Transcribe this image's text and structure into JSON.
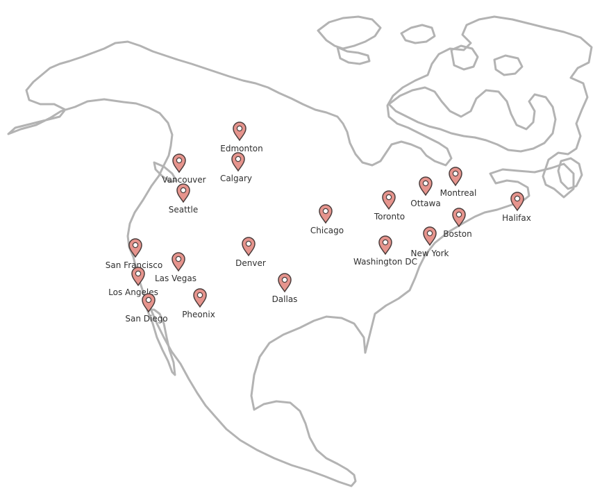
{
  "map": {
    "colors": {
      "coastline": "#b3b3b3",
      "pin_fill": "#e6948d",
      "pin_stroke": "#4a3c3b",
      "label": "#2f2f2f"
    },
    "icon": "map-pin-icon",
    "cities": [
      {
        "key": "edmonton",
        "label": "Edmonton"
      },
      {
        "key": "calgary",
        "label": "Calgary"
      },
      {
        "key": "vancouver",
        "label": "Vancouver"
      },
      {
        "key": "seattle",
        "label": "Seattle"
      },
      {
        "key": "san-francisco",
        "label": "San Francisco"
      },
      {
        "key": "los-angeles",
        "label": "Los Angeles"
      },
      {
        "key": "san-diego",
        "label": "San Diego"
      },
      {
        "key": "las-vegas",
        "label": "Las Vegas"
      },
      {
        "key": "pheonix",
        "label": "Pheonix"
      },
      {
        "key": "denver",
        "label": "Denver"
      },
      {
        "key": "dallas",
        "label": "Dallas"
      },
      {
        "key": "chicago",
        "label": "Chicago"
      },
      {
        "key": "toronto",
        "label": "Toronto"
      },
      {
        "key": "ottawa",
        "label": "Ottawa"
      },
      {
        "key": "montreal",
        "label": "Montreal"
      },
      {
        "key": "washington-dc",
        "label": "Washington DC"
      },
      {
        "key": "new-york",
        "label": "New York"
      },
      {
        "key": "boston",
        "label": "Boston"
      },
      {
        "key": "halifax",
        "label": "Halifax"
      }
    ]
  }
}
